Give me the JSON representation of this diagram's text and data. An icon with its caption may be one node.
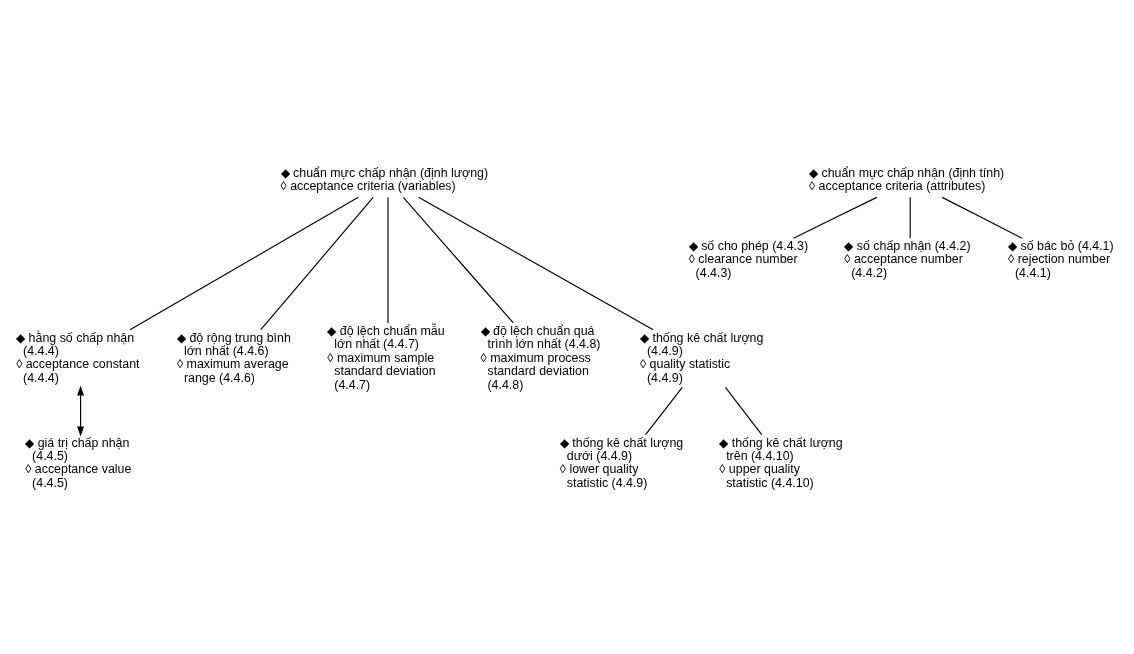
{
  "diagram": {
    "nodes": [
      {
        "text": [
          "◆ chuẩn mực chấp nhận (định lượng)",
          "◊ acceptance criteria (variables)"
        ]
      },
      {
        "text": [
          "◆ chuẩn mực chấp nhận (định tính)",
          "◊ acceptance criteria (attributes)"
        ]
      },
      {
        "text": [
          "◆ số cho phép (4.4.3)",
          "◊ clearance number (4.4.3)"
        ]
      },
      {
        "text": [
          "◆ số chấp nhận (4.4.2)",
          "◊ acceptance number (4.4.2)"
        ]
      },
      {
        "text": [
          "◆ số bác bỏ (4.4.1)",
          "◊ rejection number (4.4.1)"
        ]
      },
      {
        "text": [
          "◆ hằng số chấp nhận (4.4.4)",
          "◊ acceptance constant (4.4.4)"
        ]
      },
      {
        "text": [
          "◆ độ rộng trung bình lớn nhất (4.4.6)",
          "◊ maximum average range (4.4.6)"
        ]
      },
      {
        "text": [
          "◆ độ lệch chuẩn mẫu lớn nhất (4.4.7)",
          "◊ maximum sample standard deviation (4.4.7)"
        ]
      },
      {
        "text": [
          "◆ độ lệch chuẩn quá trình lớn nhất (4.4.8)",
          "◊ maximum process standard deviation (4.4.8)"
        ]
      },
      {
        "text": [
          "◆ thống kê chất lượng (4.4.9)",
          "◊ quality statistic (4.4.9)"
        ]
      },
      {
        "text": [
          "◆ giá trị chấp nhận (4.4.5)",
          "◊ acceptance value (4.4.5)"
        ]
      },
      {
        "text": [
          "◆ thống kê chất lượng dưới (4.4.9)",
          "◊ lower quality statistic (4.4.9)"
        ]
      },
      {
        "text": [
          "◆ thống kê chất lượng trên (4.4.10)",
          "◊ upper quality statistic (4.4.10)"
        ]
      }
    ],
    "edges": [
      {
        "from": 1,
        "to": 2,
        "arrow": "none"
      },
      {
        "from": 1,
        "to": 3,
        "arrow": "none"
      },
      {
        "from": 1,
        "to": 4,
        "arrow": "none"
      },
      {
        "from": 0,
        "to": 5,
        "arrow": "none"
      },
      {
        "from": 0,
        "to": 6,
        "arrow": "none"
      },
      {
        "from": 0,
        "to": 7,
        "arrow": "none"
      },
      {
        "from": 0,
        "to": 8,
        "arrow": "none"
      },
      {
        "from": 0,
        "to": 9,
        "arrow": "none"
      },
      {
        "from": 5,
        "to": 10,
        "arrow": "both"
      },
      {
        "from": 9,
        "to": 11,
        "arrow": "none"
      },
      {
        "from": 9,
        "to": 12,
        "arrow": "none"
      }
    ]
  }
}
